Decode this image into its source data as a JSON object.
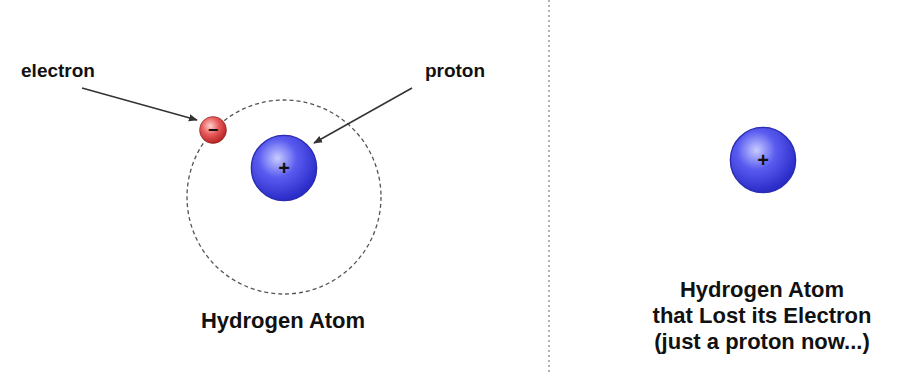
{
  "diagram": {
    "nodes": [
      {
        "text": [
          "−"
        ]
      },
      {
        "text": [
          "+"
        ]
      },
      {
        "text": [
          "+"
        ]
      }
    ],
    "labels": [
      "electron",
      "proton",
      "Hydrogen Atom",
      "Hydrogen Atom",
      "that Lost its Electron",
      "(just a proton now...)"
    ]
  }
}
